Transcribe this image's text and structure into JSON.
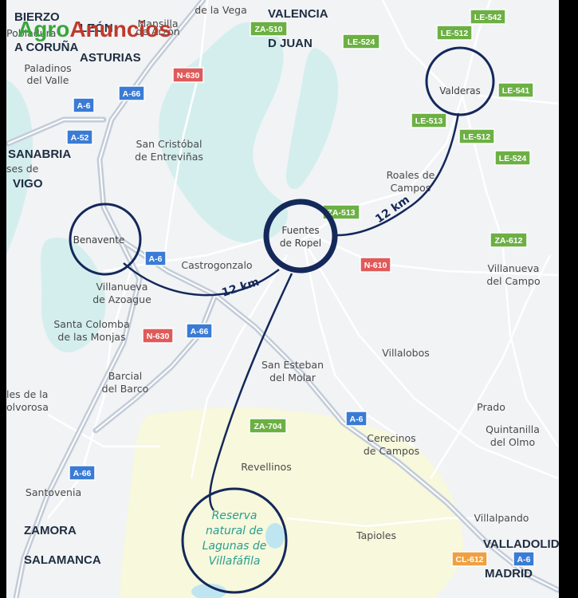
{
  "logo": {
    "part1": "Agro",
    "part2": "Anuncios"
  },
  "colors": {
    "land": "#f1f3f5",
    "water": "#d4eeee",
    "reserve_area": "#f7f8dc",
    "motorway": "#3a7bd5",
    "national": "#e05a5a",
    "regional": "#6cb044",
    "cl_road": "#f0a040",
    "circle": "#14285a",
    "logo_green": "#3aa63a",
    "logo_red": "#c0392b"
  },
  "regions": [
    {
      "id": "bierzo",
      "text": "BIERZO"
    },
    {
      "id": "leon",
      "text": "LEÓN"
    },
    {
      "id": "a-coruna",
      "text": "A CORUÑA"
    },
    {
      "id": "asturias",
      "text": "ASTURIAS"
    },
    {
      "id": "valencia-d-juan-1",
      "text": "VALENCIA"
    },
    {
      "id": "valencia-d-juan-2",
      "text": "D JUAN"
    },
    {
      "id": "sanabria",
      "text": "SANABRIA"
    },
    {
      "id": "vigo",
      "text": "VIGO"
    },
    {
      "id": "zamora",
      "text": "ZAMORA"
    },
    {
      "id": "salamanca",
      "text": "SALAMANCA"
    },
    {
      "id": "valladolid",
      "text": "VALLADOLID"
    },
    {
      "id": "madrid",
      "text": "MADRID"
    }
  ],
  "places": [
    {
      "id": "de-la-vega",
      "lines": [
        "de la Vega"
      ]
    },
    {
      "id": "mansilla",
      "lines": [
        "Mansilla",
        "de Arzón"
      ]
    },
    {
      "id": "pobladura",
      "lines": [
        "Pobladura"
      ]
    },
    {
      "id": "paladinos",
      "lines": [
        "Paladinos",
        "del Valle"
      ]
    },
    {
      "id": "san-cristobal",
      "lines": [
        "San Cristóbal",
        "de Entreviñas"
      ]
    },
    {
      "id": "ses-de",
      "lines": [
        "ses de"
      ]
    },
    {
      "id": "roales",
      "lines": [
        "Roales de",
        "Campos"
      ]
    },
    {
      "id": "castrogonzalo",
      "lines": [
        "Castrogonzalo"
      ]
    },
    {
      "id": "villanueva-campo",
      "lines": [
        "Villanueva",
        "del Campo"
      ]
    },
    {
      "id": "villanueva-azoague",
      "lines": [
        "Villanueva",
        "de Azoague"
      ]
    },
    {
      "id": "santa-colomba",
      "lines": [
        "Santa Colomba",
        "de las Monjas"
      ]
    },
    {
      "id": "villalobos",
      "lines": [
        "Villalobos"
      ]
    },
    {
      "id": "san-esteban",
      "lines": [
        "San Esteban",
        "del Molar"
      ]
    },
    {
      "id": "barcial",
      "lines": [
        "Barcial",
        "del Barco"
      ]
    },
    {
      "id": "ces-de-la",
      "lines": [
        "les de la",
        "olvorosa"
      ]
    },
    {
      "id": "prado",
      "lines": [
        "Prado"
      ]
    },
    {
      "id": "quintanilla",
      "lines": [
        "Quintanilla",
        "del Olmo"
      ]
    },
    {
      "id": "cerecinos",
      "lines": [
        "Cerecinos",
        "de Campos"
      ]
    },
    {
      "id": "revellinos",
      "lines": [
        "Revellinos"
      ]
    },
    {
      "id": "santovenia",
      "lines": [
        "Santovenia"
      ]
    },
    {
      "id": "villalpando",
      "lines": [
        "Villalpando"
      ]
    },
    {
      "id": "tapioles",
      "lines": [
        "Tapioles"
      ]
    }
  ],
  "shields": [
    {
      "id": "za-510",
      "text": "ZA-510",
      "kind": "regional"
    },
    {
      "id": "le-524-top",
      "text": "LE-524",
      "kind": "regional"
    },
    {
      "id": "le-542",
      "text": "LE-542",
      "kind": "regional"
    },
    {
      "id": "le-512-top",
      "text": "LE-512",
      "kind": "regional"
    },
    {
      "id": "le-541",
      "text": "LE-541",
      "kind": "regional"
    },
    {
      "id": "le-513",
      "text": "LE-513",
      "kind": "regional"
    },
    {
      "id": "le-512-mid",
      "text": "LE-512",
      "kind": "regional"
    },
    {
      "id": "le-524-mid",
      "text": "LE-524",
      "kind": "regional"
    },
    {
      "id": "n-630-top",
      "text": "N-630",
      "kind": "national"
    },
    {
      "id": "a-66-top",
      "text": "A-66",
      "kind": "motorway"
    },
    {
      "id": "a-6-top",
      "text": "A-6",
      "kind": "motorway"
    },
    {
      "id": "a-52",
      "text": "A-52",
      "kind": "motorway"
    },
    {
      "id": "za-513",
      "text": "ZA-513",
      "kind": "regional"
    },
    {
      "id": "za-612",
      "text": "ZA-612",
      "kind": "regional"
    },
    {
      "id": "a-6-mid",
      "text": "A-6",
      "kind": "motorway"
    },
    {
      "id": "n-610",
      "text": "N-610",
      "kind": "national"
    },
    {
      "id": "n-630-mid",
      "text": "N-630",
      "kind": "national"
    },
    {
      "id": "a-66-mid",
      "text": "A-66",
      "kind": "motorway"
    },
    {
      "id": "za-704",
      "text": "ZA-704",
      "kind": "regional"
    },
    {
      "id": "a-6-low",
      "text": "A-6",
      "kind": "motorway"
    },
    {
      "id": "a-66-low",
      "text": "A-66",
      "kind": "motorway"
    },
    {
      "id": "cl-612",
      "text": "CL-612",
      "kind": "cl"
    },
    {
      "id": "a-6-bottom",
      "text": "A-6",
      "kind": "motorway"
    }
  ],
  "circles": [
    {
      "id": "valderas",
      "label": "Valderas"
    },
    {
      "id": "benavente",
      "label": "Benavente"
    },
    {
      "id": "fuentes-de-ropel",
      "label_lines": [
        "Fuentes",
        "de Ropel"
      ]
    },
    {
      "id": "reserva",
      "label_lines": [
        "Reserva",
        "natural de",
        "Lagunas de",
        "Villafáfila"
      ]
    }
  ],
  "distances": [
    {
      "id": "km-valderas",
      "text": "12 km"
    },
    {
      "id": "km-benavente",
      "text": "12 km"
    }
  ]
}
